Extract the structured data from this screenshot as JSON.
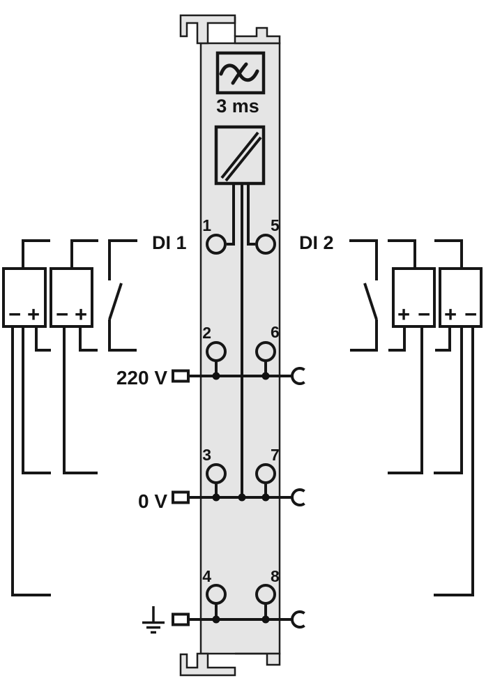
{
  "labels": {
    "channel_left": "DI 1",
    "channel_right": "DI 2",
    "rail_220v": "220 V",
    "rail_0v": "0 V",
    "filter_time": "3 ms"
  },
  "contacts": {
    "c1": "1",
    "c2": "2",
    "c3": "3",
    "c4": "4",
    "c5": "5",
    "c6": "6",
    "c7": "7",
    "c8": "8"
  },
  "sources": {
    "left_outer": {
      "neg": "−",
      "pos": "+"
    },
    "left_inner": {
      "neg": "−",
      "pos": "+"
    },
    "right_inner": {
      "pos": "+",
      "neg": "−"
    },
    "right_outer": {
      "pos": "+",
      "neg": "−"
    }
  },
  "colors": {
    "line": "#161616",
    "module_fill": "#e5e5e5",
    "box_fill": "#fbfbfb"
  }
}
